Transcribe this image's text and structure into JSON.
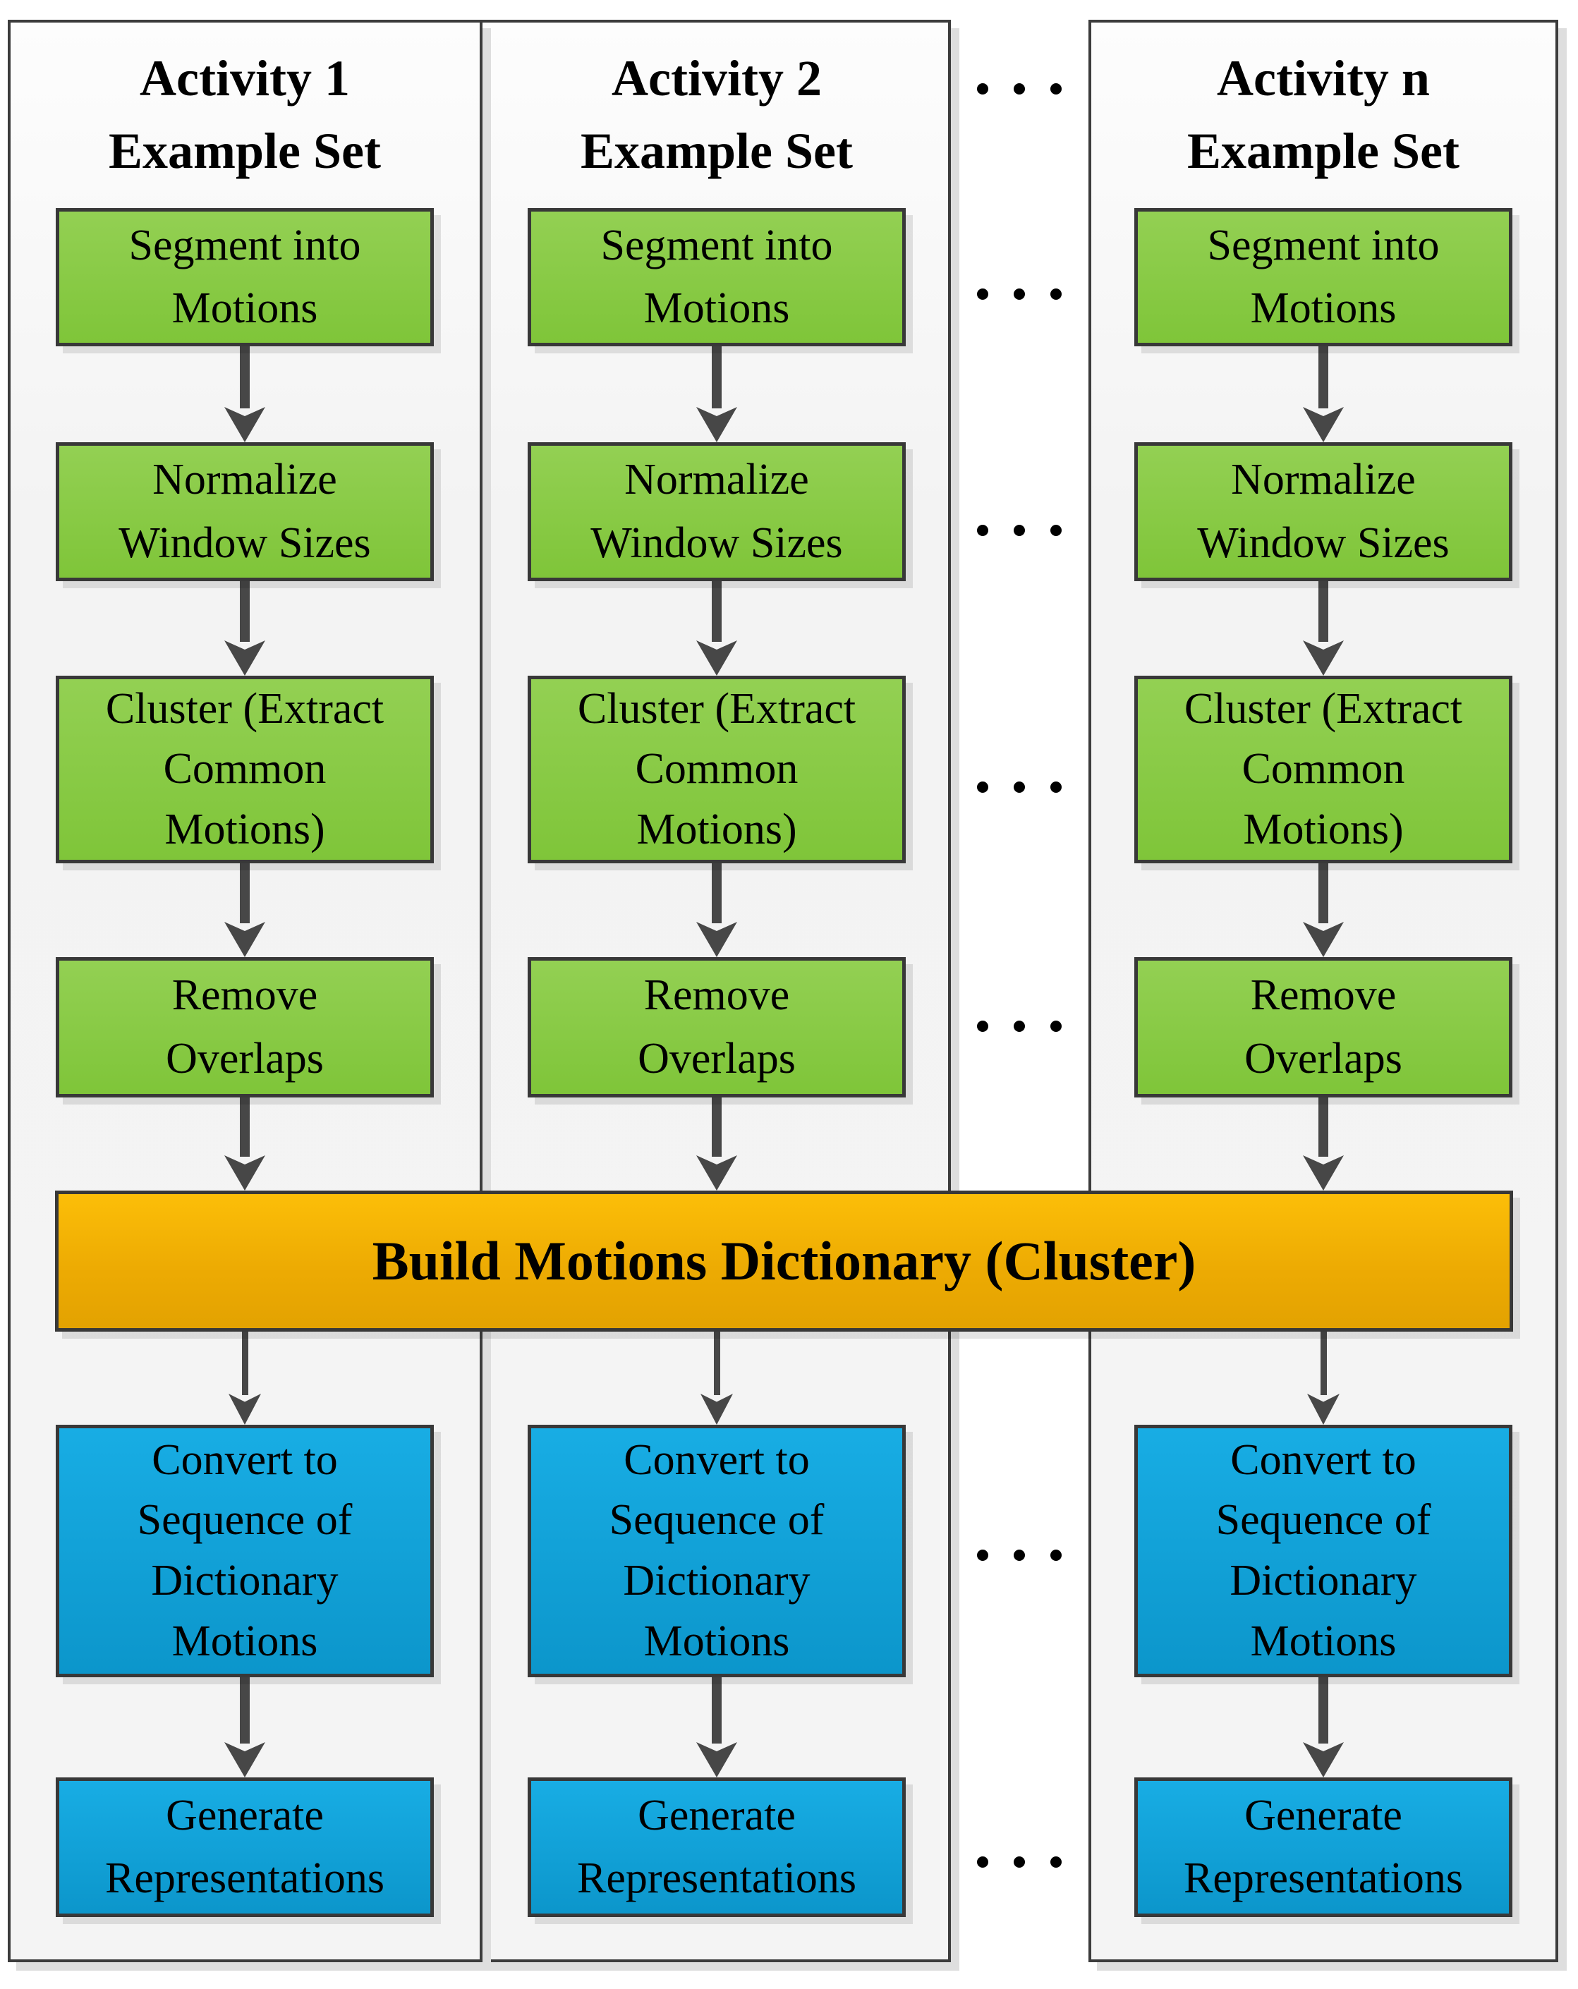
{
  "figure": {
    "columns": [
      {
        "title": "Activity 1\nExample Set",
        "steps": [
          {
            "label": "Segment into\nMotions",
            "color": "green"
          },
          {
            "label": "Normalize\nWindow Sizes",
            "color": "green"
          },
          {
            "label": "Cluster (Extract\nCommon\nMotions)",
            "color": "green"
          },
          {
            "label": "Remove\nOverlaps",
            "color": "green"
          },
          {
            "label": "Convert to\nSequence of\nDictionary\nMotions",
            "color": "blue"
          },
          {
            "label": "Generate\nRepresentations",
            "color": "blue"
          }
        ]
      },
      {
        "title": "Activity 2\nExample Set",
        "steps": [
          {
            "label": "Segment into\nMotions",
            "color": "green"
          },
          {
            "label": "Normalize\nWindow Sizes",
            "color": "green"
          },
          {
            "label": "Cluster (Extract\nCommon\nMotions)",
            "color": "green"
          },
          {
            "label": "Remove\nOverlaps",
            "color": "green"
          },
          {
            "label": "Convert to\nSequence of\nDictionary\nMotions",
            "color": "blue"
          },
          {
            "label": "Generate\nRepresentations",
            "color": "blue"
          }
        ]
      },
      {
        "title": "Activity n\nExample Set",
        "steps": [
          {
            "label": "Segment into\nMotions",
            "color": "green"
          },
          {
            "label": "Normalize\nWindow Sizes",
            "color": "green"
          },
          {
            "label": "Cluster (Extract\nCommon\nMotions)",
            "color": "green"
          },
          {
            "label": "Remove\nOverlaps",
            "color": "green"
          },
          {
            "label": "Convert to\nSequence of\nDictionary\nMotions",
            "color": "blue"
          },
          {
            "label": "Generate\nRepresentations",
            "color": "blue"
          }
        ]
      }
    ],
    "dictionary_bar": {
      "label": "Build Motions Dictionary (Cluster)"
    },
    "ellipsis": {
      "glyph": "...",
      "dot_rows": 7,
      "dots_per_row": 3
    },
    "colors": {
      "green_box": "#8CC63F",
      "blue_box": "#12A3DB",
      "dictionary_bar": "#F3AE03",
      "arrow": "#474747",
      "box_border": "#383838",
      "panel_background": "#F4F4F4",
      "text": "#000000"
    }
  }
}
